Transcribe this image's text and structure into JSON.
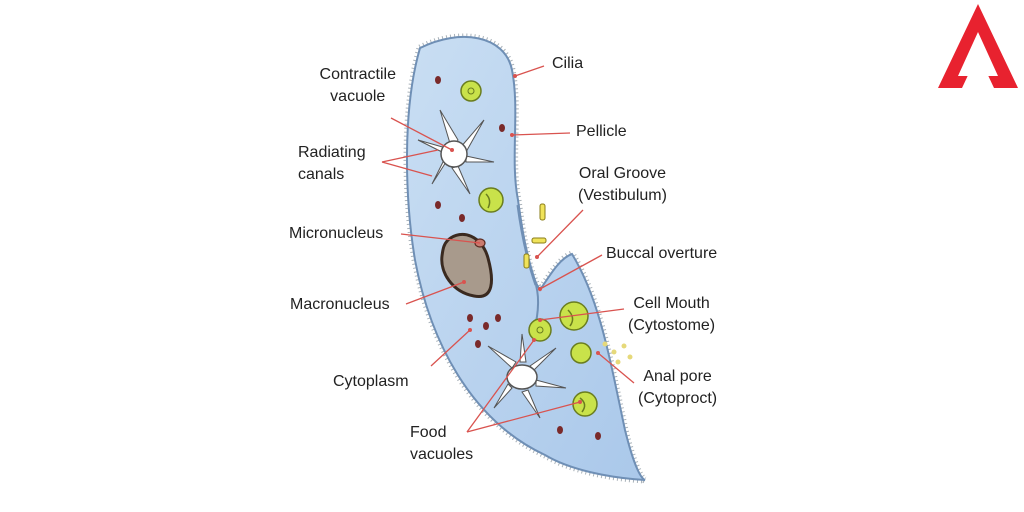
{
  "diagram": {
    "labels": {
      "cilia": "Cilia",
      "contractile_vacuole": [
        "Contractile",
        "vacuole"
      ],
      "pellicle": "Pellicle",
      "radiating_canals": [
        "Radiating",
        "canals"
      ],
      "oral_groove": [
        "Oral Groove",
        "(Vestibulum)"
      ],
      "micronucleus": "Micronucleus",
      "buccal_overture": "Buccal overture",
      "macronucleus": "Macronucleus",
      "cell_mouth": [
        "Cell Mouth",
        "(Cytostome)"
      ],
      "cytoplasm": "Cytoplasm",
      "anal_pore": [
        "Anal pore",
        "(Cytoproct)"
      ],
      "food_vacuoles": [
        "Food",
        "vacuoles"
      ]
    },
    "colors": {
      "cell_fill": "#b9d3ee",
      "cell_outline": "#6f8fb5",
      "leader_line": "#d9534f",
      "food_vacuole": "#c9e24a",
      "macronucleus": "#a89a8c",
      "logo": "#e8222f"
    }
  }
}
